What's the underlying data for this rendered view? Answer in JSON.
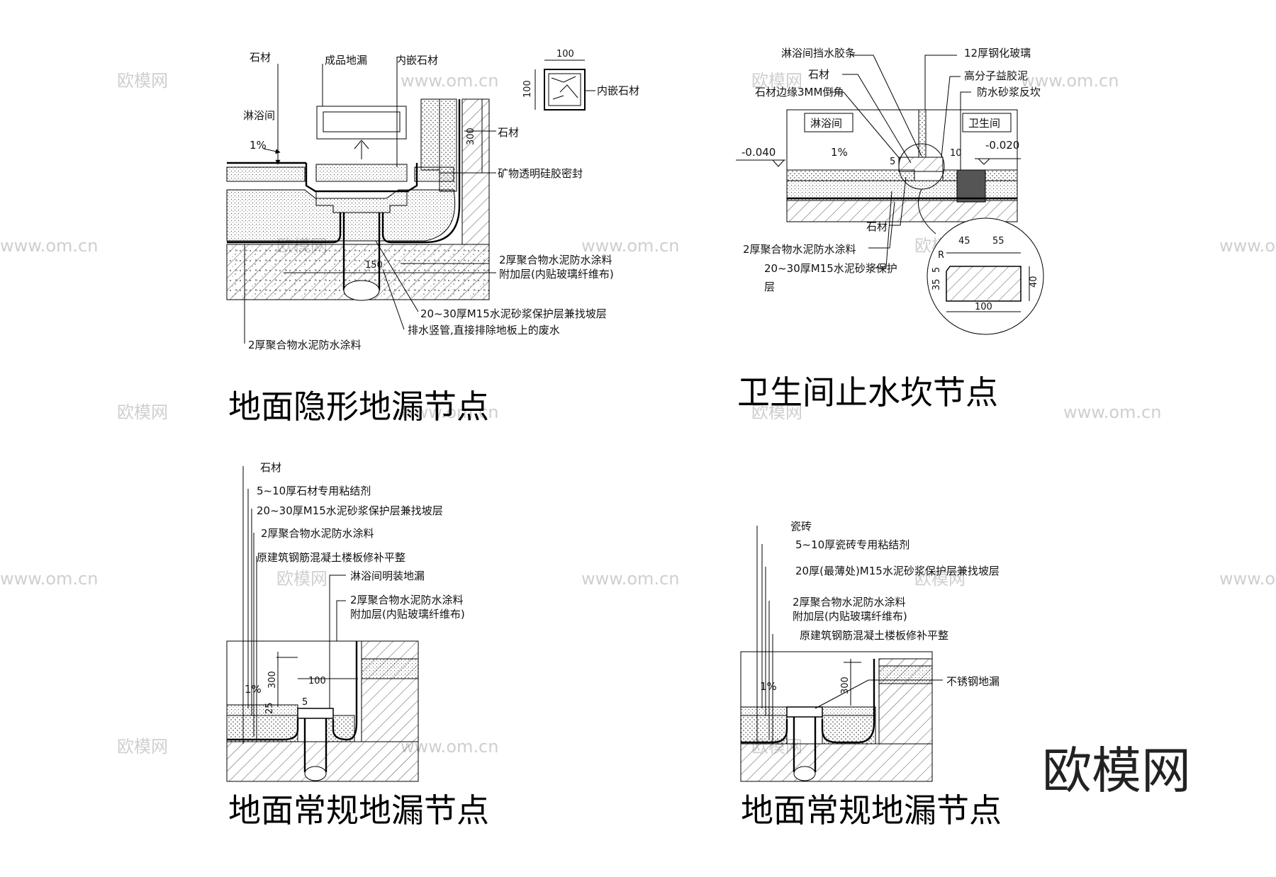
{
  "watermark": {
    "text": "欧模网",
    "url": "www.om.cn",
    "big": "欧模网"
  },
  "panel1": {
    "title": "地面隐形地漏节点",
    "labels": {
      "stone_top": "石材",
      "drain": "成品地漏",
      "inlay_stone": "内嵌石材",
      "shower": "淋浴间",
      "slope": "1%",
      "stone_right": "石材",
      "sealant": "矿物透明硅胶密封",
      "dim_300": "300",
      "dim_150": "150",
      "waterproof_add1": "2厚聚合物水泥防水涂料",
      "waterproof_add2": "附加层(内贴玻璃纤维布)",
      "mortar": "20~30厚M15水泥砂浆保护层兼找坡层",
      "pipe": "排水竖管,直接排除地板上的废水",
      "waterproof": "2厚聚合物水泥防水涂料"
    },
    "inset": {
      "dim_w": "100",
      "dim_h": "100",
      "label": "内嵌石材"
    }
  },
  "panel2": {
    "title": "卫生间止水坎节点",
    "labels": {
      "strip": "淋浴间挡水胶条",
      "glass": "12厚钢化玻璃",
      "stone": "石材",
      "sealant": "高分子益胶泥",
      "chamfer": "石材边缘3MM倒角",
      "mortar_kerb": "防水砂浆反坎",
      "shower": "淋浴间",
      "bathroom": "卫生间",
      "level_left": "-0.040",
      "level_right": "-0.020",
      "slope": "1%",
      "stone_bottom": "石材",
      "waterproof": "2厚聚合物水泥防水涂料",
      "mortar1": "20~30厚M15水泥砂浆保护",
      "mortar2": "层",
      "dim_5": "5",
      "dim_10": "10"
    },
    "detail": {
      "d45": "45",
      "d55": "55",
      "d100": "100",
      "d40": "40",
      "d35": "35",
      "d5": "5",
      "r": "R"
    }
  },
  "panel3": {
    "title": "地面常规地漏节点",
    "labels": {
      "stone": "石材",
      "adhesive": "5~10厚石材专用粘结剂",
      "mortar": "20~30厚M15水泥砂浆保护层兼找坡层",
      "waterproof": "2厚聚合物水泥防水涂料",
      "slab": "原建筑钢筋混凝土楼板修补平整",
      "drain": "淋浴间明装地漏",
      "add1": "2厚聚合物水泥防水涂料",
      "add2": "附加层(内贴玻璃纤维布)",
      "slope": "1%",
      "dim_300": "300",
      "dim_100": "100",
      "dim_25": "25",
      "dim_5": "5"
    }
  },
  "panel4": {
    "title": "地面常规地漏节点",
    "labels": {
      "tile": "瓷砖",
      "adhesive": "5~10厚瓷砖专用粘结剂",
      "mortar": "20厚(最薄处)M15水泥砂浆保护层兼找坡层",
      "add1": "2厚聚合物水泥防水涂料",
      "add2": "附加层(内贴玻璃纤维布)",
      "slab": "原建筑钢筋混凝土楼板修补平整",
      "drain": "不锈钢地漏",
      "slope": "1%",
      "dim_300": "300"
    }
  }
}
